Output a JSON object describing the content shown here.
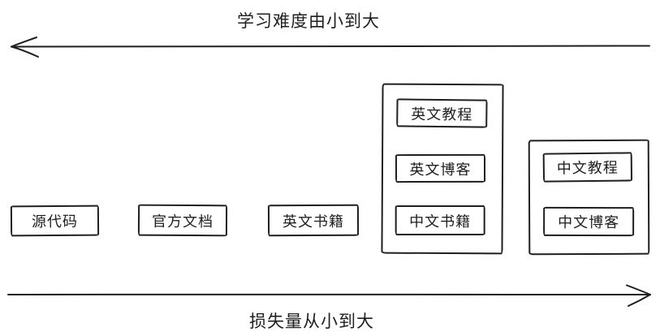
{
  "axes": {
    "top": {
      "label": "学习难度由小到大"
    },
    "bottom": {
      "label": "损失量从小到大"
    }
  },
  "nodes": {
    "source_code": {
      "label": "源代码"
    },
    "official_docs": {
      "label": "官方文档"
    },
    "english_books": {
      "label": "英文书籍"
    }
  },
  "groups": {
    "middle": {
      "items": [
        {
          "label": "英文教程"
        },
        {
          "label": "英文博客"
        },
        {
          "label": "中文书籍"
        }
      ]
    },
    "right": {
      "items": [
        {
          "label": "中文教程"
        },
        {
          "label": "中文博客"
        }
      ]
    }
  },
  "colors": {
    "stroke": "#1f1f1f",
    "text": "#1f1f1f",
    "background": "#ffffff"
  }
}
